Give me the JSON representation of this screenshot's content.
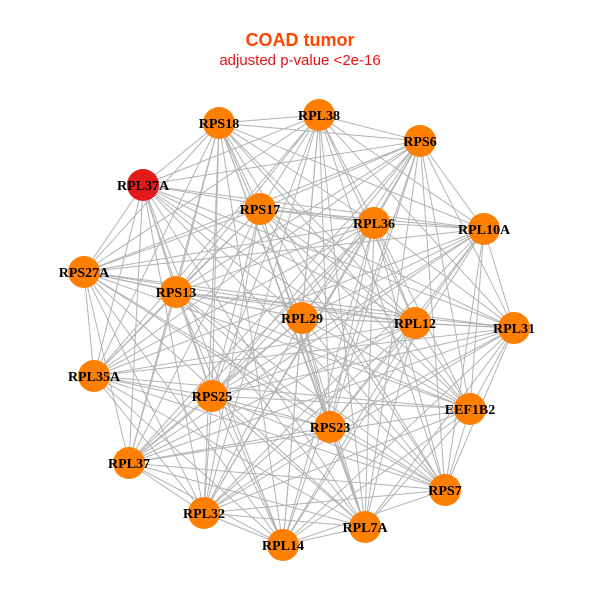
{
  "title": "COAD tumor",
  "subtitle": "adjusted p-value <2e-16",
  "colors": {
    "node": "#ff7f00",
    "highlight": "#e31a1c",
    "edge": "#b3b3b3",
    "title": "#ff4500",
    "subtitle": "#ee1111"
  },
  "nodes": [
    {
      "label": "RPS18",
      "highlight": false
    },
    {
      "label": "RPL38",
      "highlight": false
    },
    {
      "label": "RPS6",
      "highlight": false
    },
    {
      "label": "RPL37A",
      "highlight": true
    },
    {
      "label": "RPS17",
      "highlight": false
    },
    {
      "label": "RPL36",
      "highlight": false
    },
    {
      "label": "RPL10A",
      "highlight": false
    },
    {
      "label": "RPS27A",
      "highlight": false
    },
    {
      "label": "RPS13",
      "highlight": false
    },
    {
      "label": "RPL29",
      "highlight": false
    },
    {
      "label": "RPL12",
      "highlight": false
    },
    {
      "label": "RPL31",
      "highlight": false
    },
    {
      "label": "RPL35A",
      "highlight": false
    },
    {
      "label": "RPS25",
      "highlight": false
    },
    {
      "label": "EEF1B2",
      "highlight": false
    },
    {
      "label": "RPS23",
      "highlight": false
    },
    {
      "label": "RPL37",
      "highlight": false
    },
    {
      "label": "RPS7",
      "highlight": false
    },
    {
      "label": "RPL32",
      "highlight": false
    },
    {
      "label": "RPL7A",
      "highlight": false
    },
    {
      "label": "RPL14",
      "highlight": false
    }
  ]
}
